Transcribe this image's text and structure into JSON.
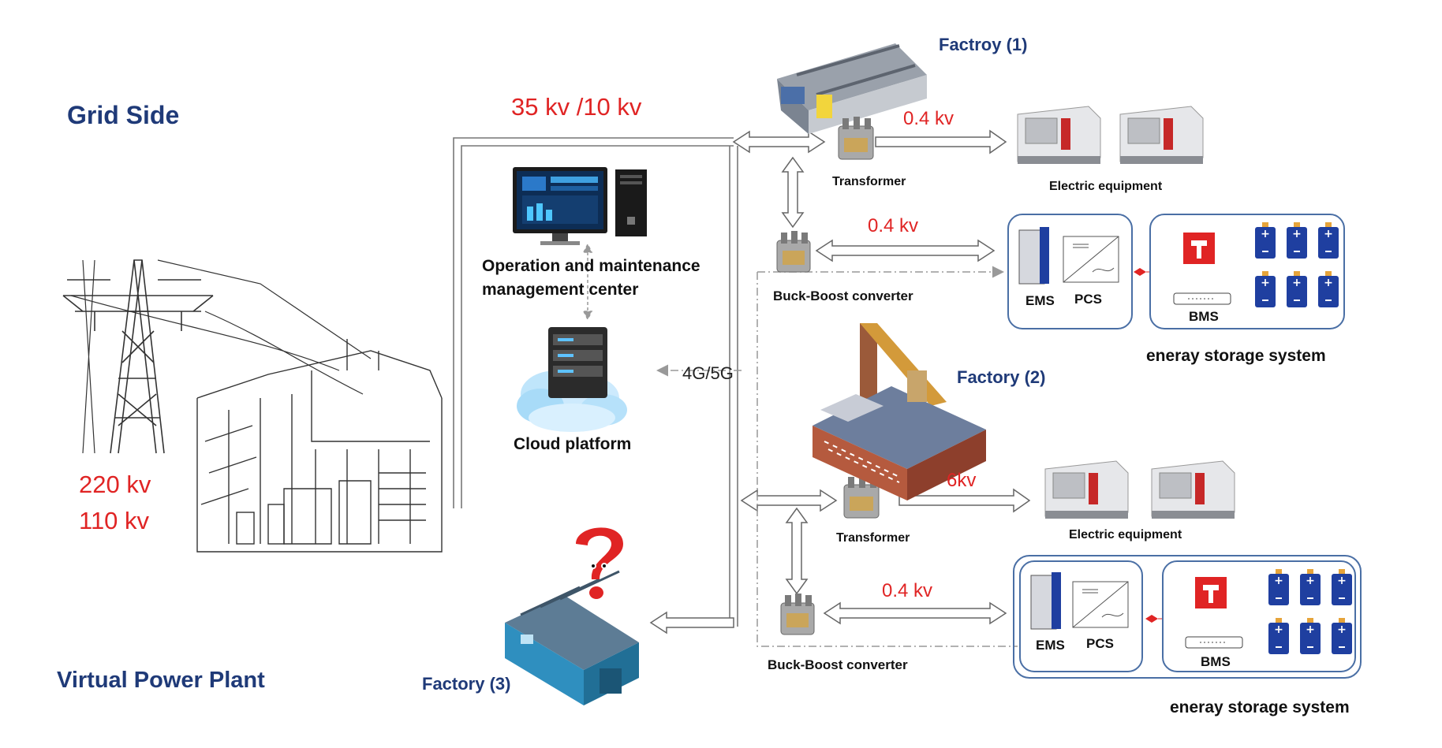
{
  "labels": {
    "grid_side": "Grid Side",
    "virtual_power_plant": "Virtual Power Plant",
    "grid_voltage_1": "220 kv",
    "grid_voltage_2": "110 kv",
    "distribution_voltage": "35 kv /10 kv",
    "om_center_line1": "Operation and maintenance",
    "om_center_line2": "management center",
    "cloud_platform": "Cloud platform",
    "network": "4G/5G",
    "factory1": "Factroy (1)",
    "factory2": "Factory (2)",
    "factory3": "Factory (3)"
  },
  "factory1": {
    "transformer": "Transformer",
    "transformer_out_voltage": "0.4 kv",
    "equipment": "Electric equipment",
    "converter": "Buck-Boost converter",
    "converter_voltage": "0.4 kv",
    "ems": "EMS",
    "pcs": "PCS",
    "bms": "BMS",
    "storage": "eneray storage system"
  },
  "factory2": {
    "transformer": "Transformer",
    "transformer_out_voltage": "6kv",
    "equipment": "Electric equipment",
    "converter": "Buck-Boost converter",
    "converter_voltage": "0.4 kv",
    "ems": "EMS",
    "pcs": "PCS",
    "bms": "BMS",
    "storage": "eneray storage system"
  },
  "colors": {
    "navy": "#1f3a78",
    "voltage_red": "#e02424",
    "battery_blue": "#1f3fa0",
    "storage_border": "#4a6fa5"
  },
  "icons": [
    "transmission-tower-icon",
    "substation-icon",
    "computer-monitor-icon",
    "server-cloud-icon",
    "factory-icon",
    "transformer-icon",
    "cnc-machine-icon",
    "battery-icon",
    "inverter-icon",
    "bms-device-icon",
    "question-mark-icon"
  ]
}
